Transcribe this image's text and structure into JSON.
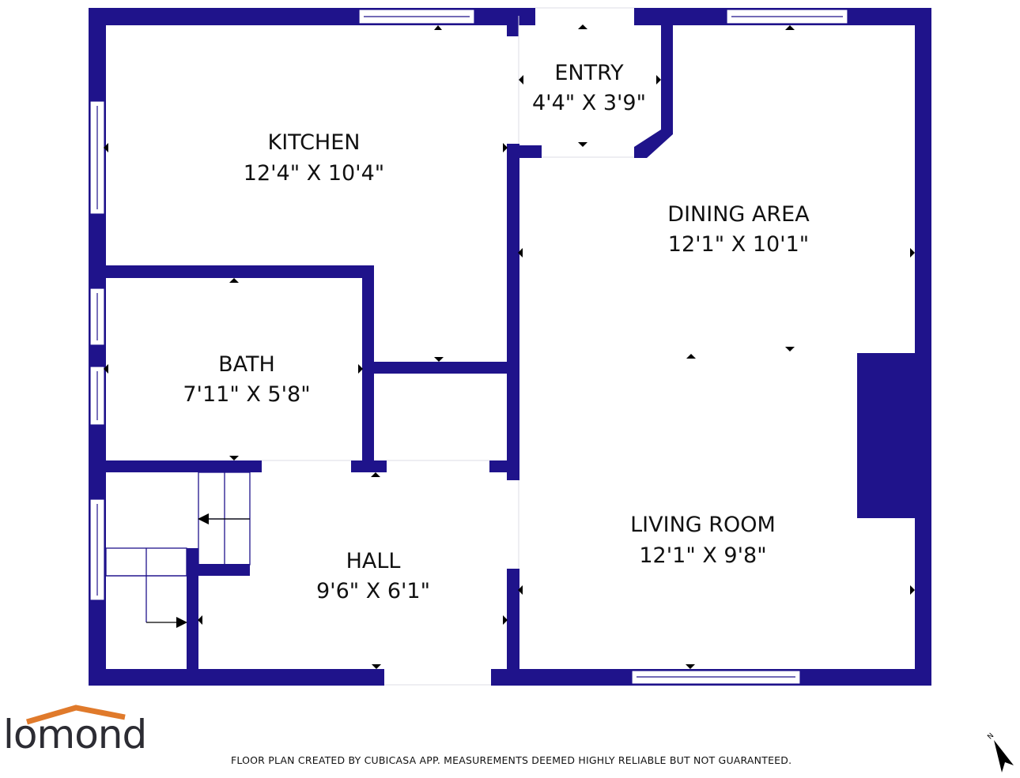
{
  "colors": {
    "wall": "#1f138b",
    "window": "#ffffff",
    "brand": "#e07a2b",
    "text": "#111111"
  },
  "rooms": [
    {
      "id": "kitchen",
      "name": "KITCHEN",
      "size": "12'4\" X 10'4\""
    },
    {
      "id": "entry",
      "name": "ENTRY",
      "size": "4'4\" X 3'9\""
    },
    {
      "id": "dining",
      "name": "DINING AREA",
      "size": "12'1\" X 10'1\""
    },
    {
      "id": "bath",
      "name": "BATH",
      "size": "7'11\" X 5'8\""
    },
    {
      "id": "living",
      "name": "LIVING ROOM",
      "size": "12'1\" X 9'8\""
    },
    {
      "id": "hall",
      "name": "HALL",
      "size": "9'6\" X 6'1\""
    }
  ],
  "footer": {
    "disclaimer": "FLOOR PLAN CREATED BY CUBICASA APP. MEASUREMENTS DEEMED HIGHLY RELIABLE BUT NOT GUARANTEED.",
    "logo": "lomond",
    "compass_letter": "N"
  }
}
